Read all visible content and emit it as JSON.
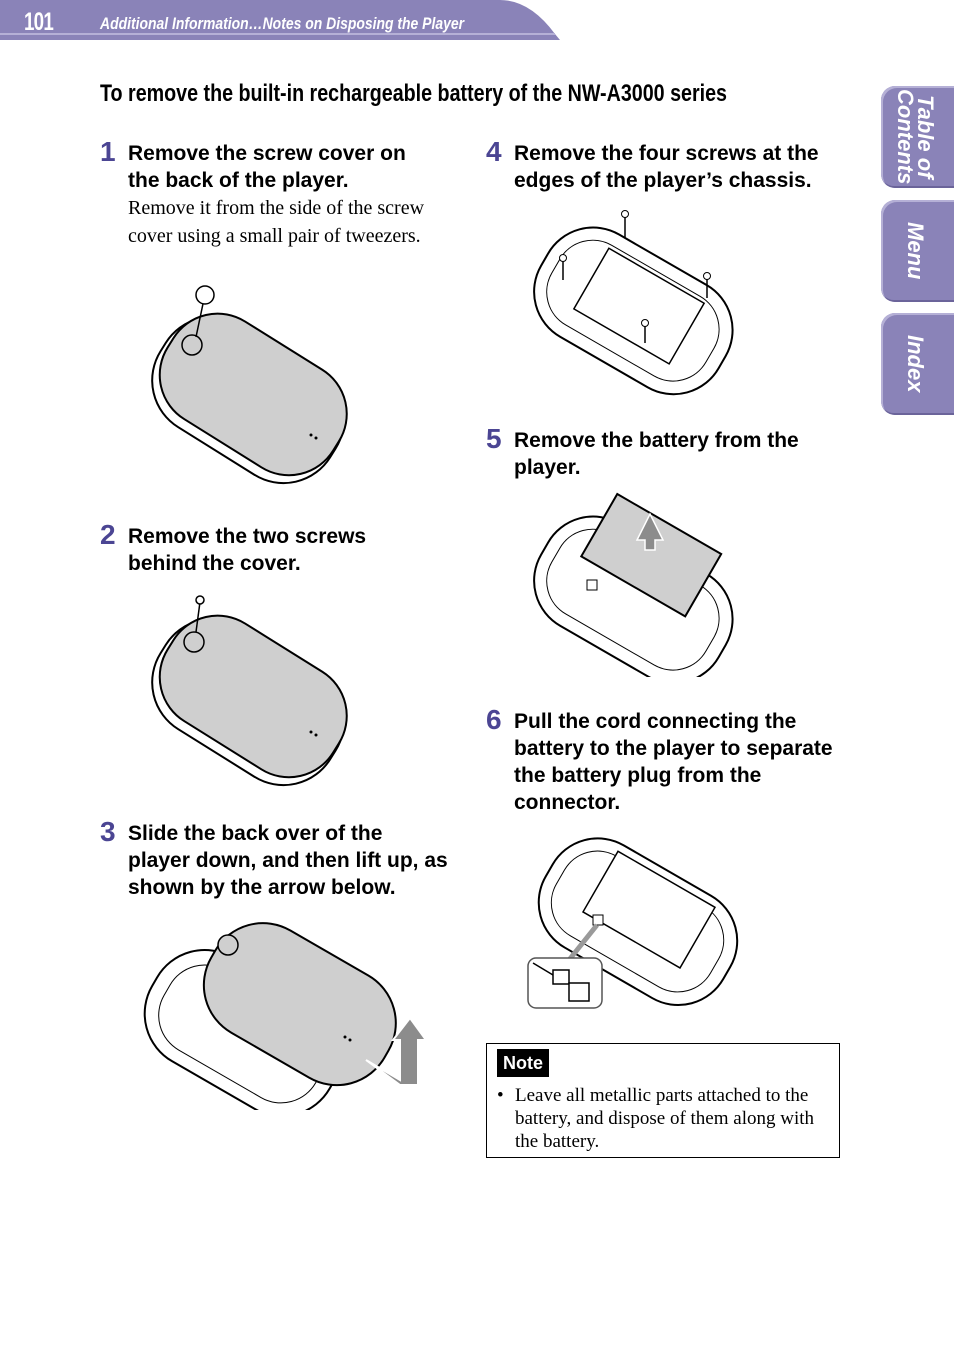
{
  "header": {
    "page_number": "101",
    "breadcrumb": "Additional Information…Notes on Disposing the Player"
  },
  "section_title": "To remove the built-in rechargeable battery of the NW-A3000 series",
  "side_tabs": [
    {
      "label": "Table of\nContents"
    },
    {
      "label": "Menu"
    },
    {
      "label": "Index"
    }
  ],
  "steps": [
    {
      "number": "1",
      "title": "Remove the screw cover on the back of the player.",
      "body": "Remove it from the side of the screw cover using a small pair of tweezers."
    },
    {
      "number": "2",
      "title": "Remove the two screws behind the cover.",
      "body": ""
    },
    {
      "number": "3",
      "title": "Slide the back over of the player down, and then lift up, as shown by the arrow below.",
      "body": ""
    },
    {
      "number": "4",
      "title": "Remove the four screws at the edges of the player’s chassis.",
      "body": ""
    },
    {
      "number": "5",
      "title": "Remove the battery from the player.",
      "body": ""
    },
    {
      "number": "6",
      "title": "Pull the cord connecting the battery to the player to separate the battery plug from the connector.",
      "body": ""
    }
  ],
  "note": {
    "label": "Note",
    "bullet": "•",
    "text": "Leave all metallic parts attached to the battery, and dispose of them along with the battery."
  },
  "colors": {
    "accent": "#8a83b8",
    "step_number": "#4b4593"
  }
}
